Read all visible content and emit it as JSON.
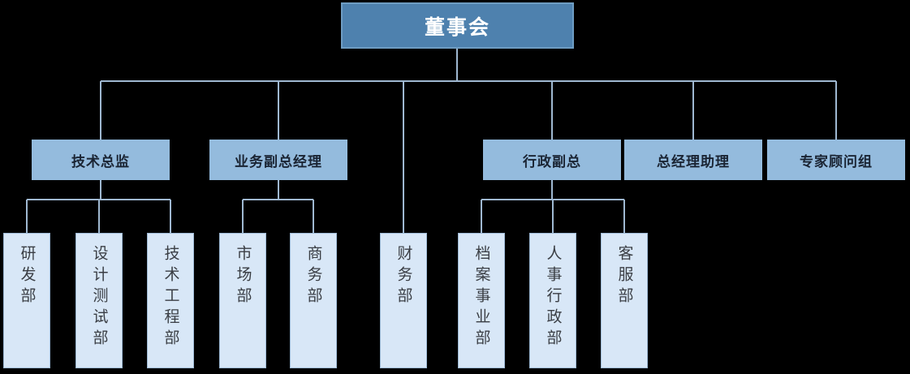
{
  "diagram": {
    "type": "org-chart",
    "colors": {
      "background": "#000000",
      "connector": "#9FB8D1",
      "level1_fill": "#4E81AE",
      "level1_border": "#6E9DC3",
      "level1_text": "#FFFFFF",
      "level2_fill": "#94BBDD",
      "level2_text": "#1A2433",
      "level3_fill": "#D8E7F7",
      "level3_border": "#9CB8D4",
      "level3_text": "#3A3E44"
    },
    "nodes": [
      {
        "id": "board",
        "label": "董事会",
        "level": 1,
        "parent": null
      },
      {
        "id": "tech-director",
        "label": "技术总监",
        "level": 2,
        "parent": "board"
      },
      {
        "id": "business-deputy-gm",
        "label": "业务副总经理",
        "level": 2,
        "parent": "board"
      },
      {
        "id": "admin-deputy-gm",
        "label": "行政副总",
        "level": 2,
        "parent": "board"
      },
      {
        "id": "gm-assistant",
        "label": "总经理助理",
        "level": 2,
        "parent": "board"
      },
      {
        "id": "expert-advisors",
        "label": "专家顾问组",
        "level": 2,
        "parent": "board"
      },
      {
        "id": "rd-dept",
        "label": "研发部",
        "level": 3,
        "parent": "tech-director"
      },
      {
        "id": "design-test-dept",
        "label": "设计测试部",
        "level": 3,
        "parent": "tech-director"
      },
      {
        "id": "tech-eng-dept",
        "label": "技术工程部",
        "level": 3,
        "parent": "tech-director"
      },
      {
        "id": "marketing-dept",
        "label": "市场部",
        "level": 3,
        "parent": "business-deputy-gm"
      },
      {
        "id": "commerce-dept",
        "label": "商务部",
        "level": 3,
        "parent": "business-deputy-gm"
      },
      {
        "id": "finance-dept",
        "label": "财务部",
        "level": 3,
        "parent": "board"
      },
      {
        "id": "archives-dept",
        "label": "档案事业部",
        "level": 3,
        "parent": "admin-deputy-gm"
      },
      {
        "id": "hr-admin-dept",
        "label": "人事行政部",
        "level": 3,
        "parent": "admin-deputy-gm"
      },
      {
        "id": "customer-service-dept",
        "label": "客服部",
        "level": 3,
        "parent": "admin-deputy-gm"
      }
    ]
  }
}
